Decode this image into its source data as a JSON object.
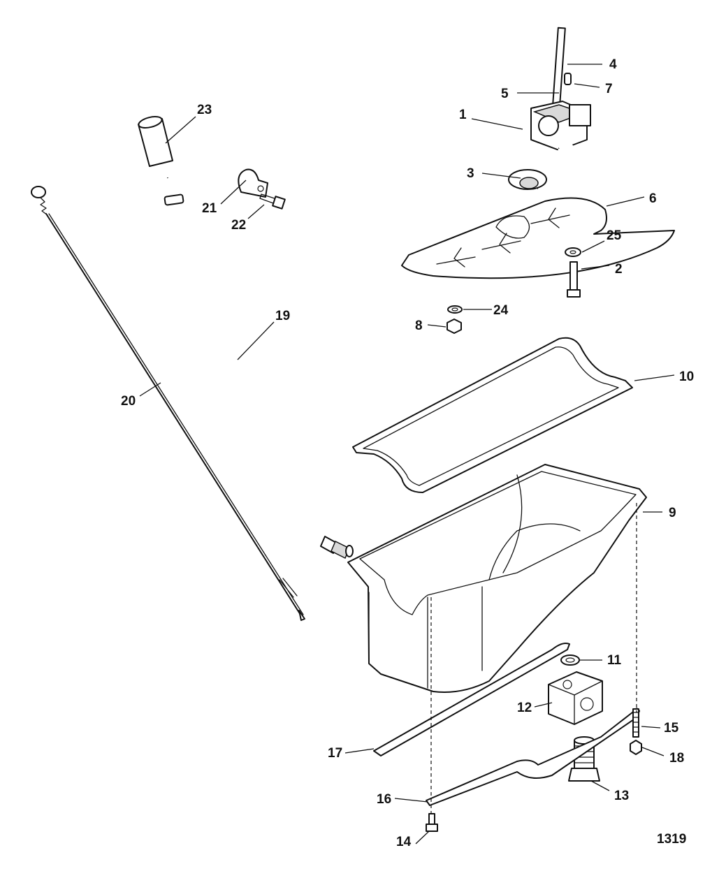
{
  "diagram": {
    "figure_number": "1319",
    "callouts": [
      "1",
      "2",
      "3",
      "4",
      "5",
      "6",
      "7",
      "8",
      "9",
      "10",
      "11",
      "12",
      "13",
      "14",
      "15",
      "16",
      "17",
      "18",
      "19",
      "20",
      "21",
      "22",
      "23",
      "24",
      "25"
    ]
  }
}
